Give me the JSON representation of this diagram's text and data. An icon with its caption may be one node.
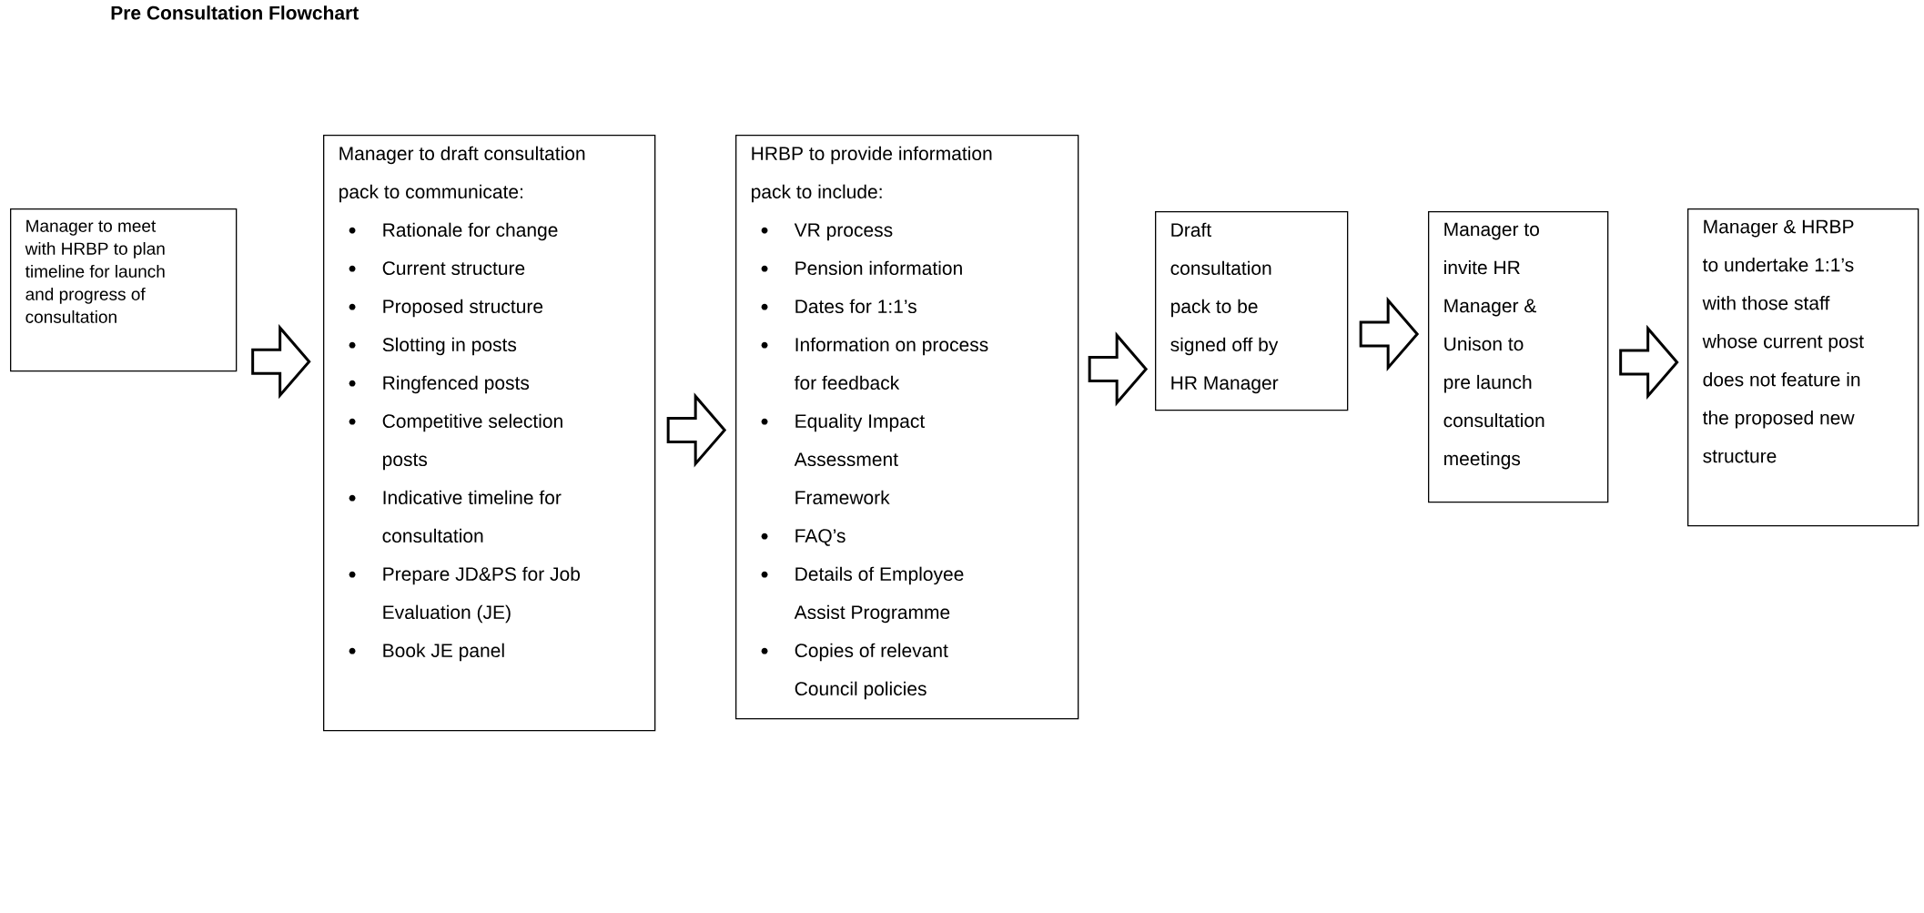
{
  "diagram": {
    "title": "Pre Consultation Flowchart",
    "nodes": [
      {
        "text": [
          "Manager to meet with HRBP to plan timeline for launch and progress of consultation"
        ]
      },
      {
        "text": [
          "Manager to draft consultation pack to communicate:",
          "Rationale for change",
          "Current structure",
          "Proposed structure",
          "Slotting in posts",
          "Ringfenced posts",
          "Competitive selection posts",
          "Indicative timeline for consultation",
          "Prepare JD&PS for Job Evaluation (JE)",
          "Book JE panel"
        ]
      },
      {
        "text": [
          "HRBP to provide information pack to include:",
          "VR process",
          "Pension information",
          "Dates for 1:1’s",
          "Information on process for feedback",
          "Equality Impact Assessment Framework",
          "FAQ’s",
          "Details of Employee Assist Programme",
          "Copies of relevant Council policies"
        ]
      },
      {
        "text": [
          "Draft consultation pack to be signed off by HR Manager"
        ]
      },
      {
        "text": [
          "Manager to invite HR Manager & Unison to pre launch consultation meetings"
        ]
      },
      {
        "text": [
          "Manager & HRBP to undertake 1:1’s with those staff whose current post does not feature in the proposed new structure"
        ]
      }
    ],
    "edges": [
      {
        "from": 0,
        "to": 1,
        "arrow": "to"
      },
      {
        "from": 1,
        "to": 2,
        "arrow": "to"
      },
      {
        "from": 2,
        "to": 3,
        "arrow": "to"
      },
      {
        "from": 3,
        "to": 4,
        "arrow": "to"
      },
      {
        "from": 4,
        "to": 5,
        "arrow": "to"
      }
    ]
  }
}
